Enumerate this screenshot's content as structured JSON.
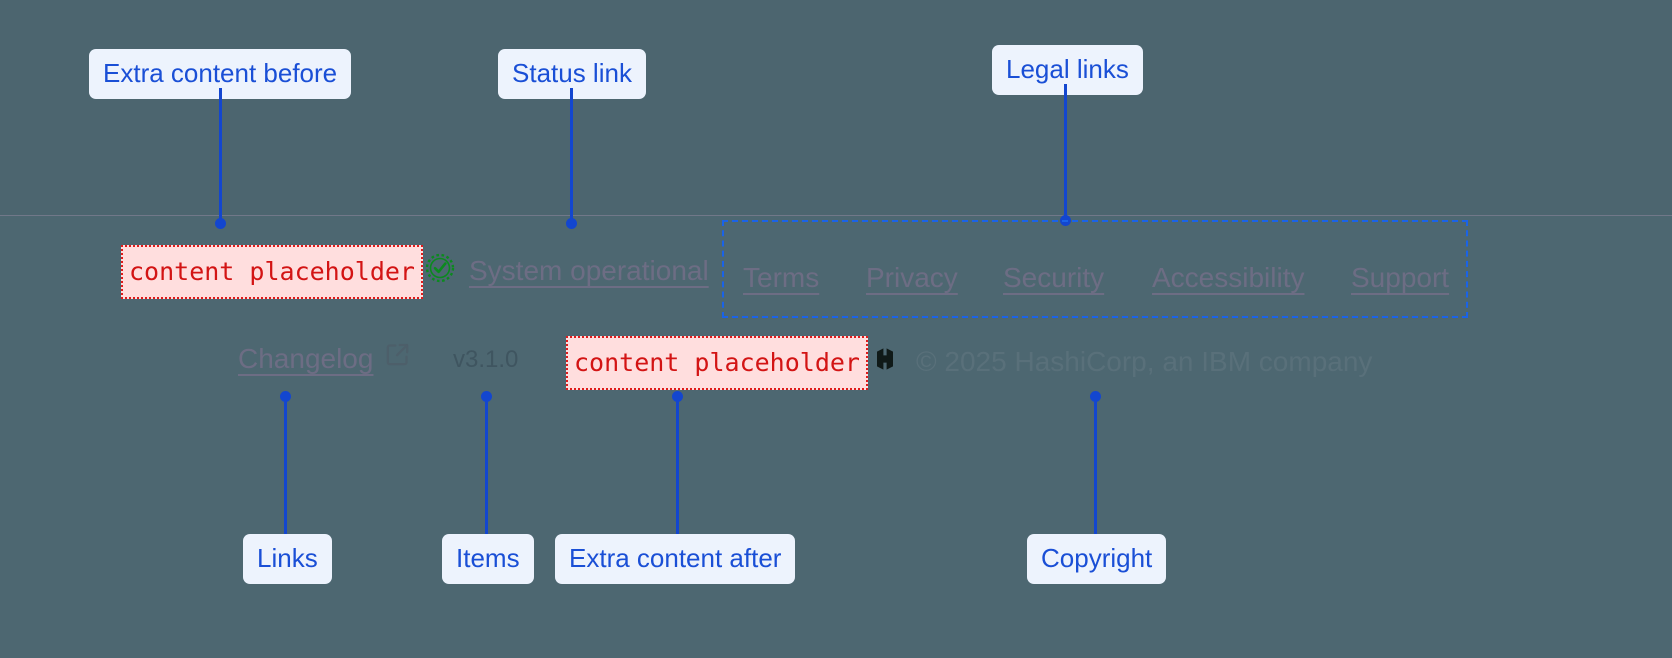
{
  "annotations": {
    "extra_before": "Extra content before",
    "status_link": "Status link",
    "legal_links": "Legal links",
    "links": "Links",
    "items": "Items",
    "extra_after": "Extra content after",
    "copyright": "Copyright"
  },
  "footer": {
    "extra_content_before": "content placeholder",
    "extra_content_after": "content placeholder",
    "status": {
      "icon": "check-circle-icon",
      "label": "System operational",
      "icon_color": "#0b8a1e"
    },
    "legal_links": [
      {
        "label": "Terms"
      },
      {
        "label": "Privacy"
      },
      {
        "label": "Security"
      },
      {
        "label": "Accessibility"
      },
      {
        "label": "Support"
      }
    ],
    "changelog": {
      "label": "Changelog",
      "icon": "external-link-icon"
    },
    "version": "v3.1.0",
    "brand": {
      "logo": "hashicorp-logo",
      "copyright": "© 2025 HashiCorp, an IBM company"
    }
  },
  "colors": {
    "background": "#4d6771",
    "annotation_blue": "#1346cf",
    "annotation_chip_bg": "#edf3fd",
    "placeholder_red": "#d31414",
    "placeholder_bg": "#ffdede",
    "link_muted": "#6d6d84"
  }
}
